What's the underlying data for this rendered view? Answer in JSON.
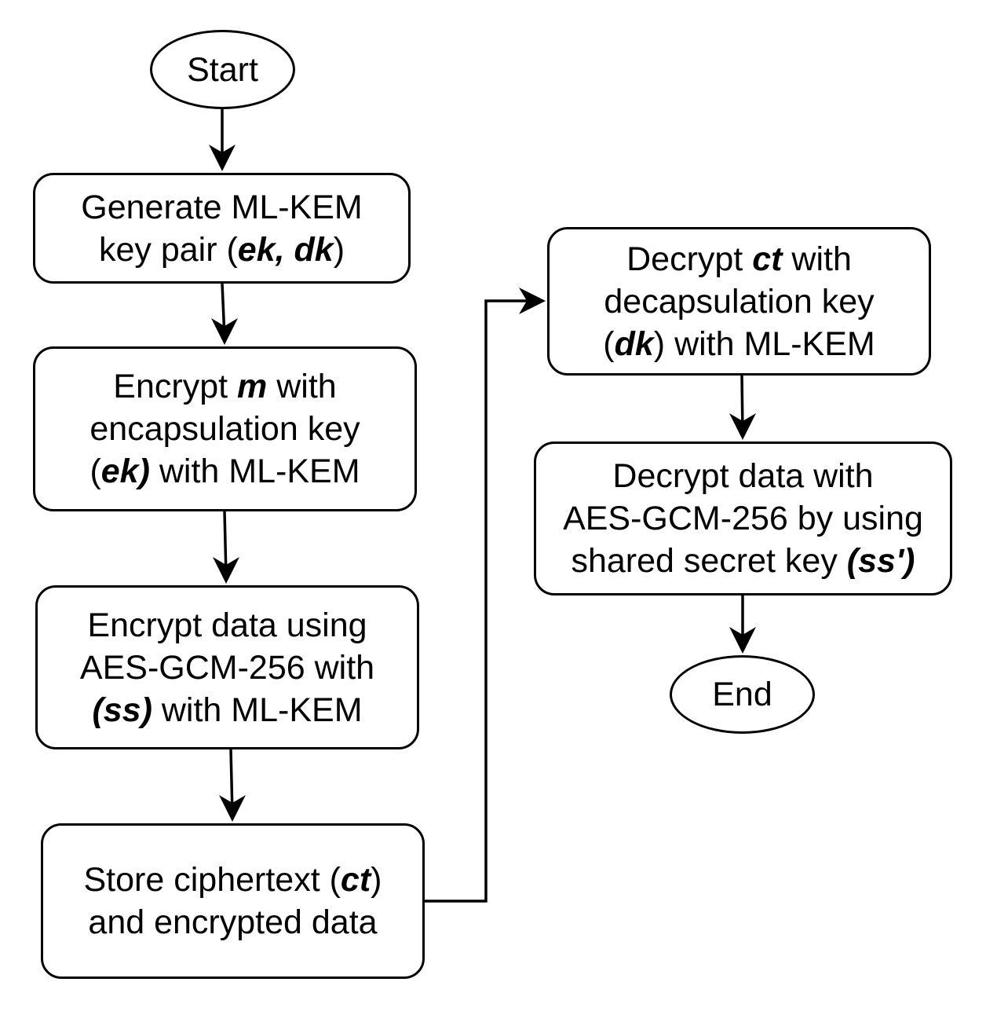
{
  "diagram": {
    "type": "flowchart",
    "nodes": [
      {
        "id": "start",
        "shape": "ellipse",
        "lines": [
          [
            {
              "t": "Start"
            }
          ]
        ]
      },
      {
        "id": "gen-keypair",
        "shape": "rounded-rect",
        "lines": [
          [
            {
              "t": "Generate ML-KEM"
            }
          ],
          [
            {
              "t": "key pair ("
            },
            {
              "t": "ek, dk",
              "em": true
            },
            {
              "t": ")"
            }
          ]
        ]
      },
      {
        "id": "encrypt-m",
        "shape": "rounded-rect",
        "lines": [
          [
            {
              "t": "Encrypt "
            },
            {
              "t": "m",
              "em": true
            },
            {
              "t": " with"
            }
          ],
          [
            {
              "t": "encapsulation key"
            }
          ],
          [
            {
              "t": "("
            },
            {
              "t": "ek)",
              "em": true
            },
            {
              "t": " with ML-KEM"
            }
          ]
        ]
      },
      {
        "id": "encrypt-data",
        "shape": "rounded-rect",
        "lines": [
          [
            {
              "t": "Encrypt data using"
            }
          ],
          [
            {
              "t": "AES-GCM-256 with"
            }
          ],
          [
            {
              "t": "(ss)",
              "em": true
            },
            {
              "t": " with ML-KEM"
            }
          ]
        ]
      },
      {
        "id": "store-ct",
        "shape": "rounded-rect",
        "lines": [
          [
            {
              "t": "Store ciphertext ("
            },
            {
              "t": "ct",
              "em": true
            },
            {
              "t": ")"
            }
          ],
          [
            {
              "t": "and encrypted data"
            }
          ]
        ]
      },
      {
        "id": "decrypt-ct",
        "shape": "rounded-rect",
        "lines": [
          [
            {
              "t": "Decrypt "
            },
            {
              "t": "ct",
              "em": true
            },
            {
              "t": " with"
            }
          ],
          [
            {
              "t": "decapsulation key"
            }
          ],
          [
            {
              "t": "("
            },
            {
              "t": "dk",
              "em": true
            },
            {
              "t": ") with ML-KEM"
            }
          ]
        ]
      },
      {
        "id": "decrypt-data",
        "shape": "rounded-rect",
        "lines": [
          [
            {
              "t": "Decrypt data with"
            }
          ],
          [
            {
              "t": "AES-GCM-256 by using"
            }
          ],
          [
            {
              "t": "shared secret key "
            },
            {
              "t": "(ss')",
              "em": true
            }
          ]
        ]
      },
      {
        "id": "end",
        "shape": "ellipse",
        "lines": [
          [
            {
              "t": "End"
            }
          ]
        ]
      }
    ],
    "edges": [
      {
        "from": "start",
        "to": "gen-keypair"
      },
      {
        "from": "gen-keypair",
        "to": "encrypt-m"
      },
      {
        "from": "encrypt-m",
        "to": "encrypt-data"
      },
      {
        "from": "encrypt-data",
        "to": "store-ct"
      },
      {
        "from": "store-ct",
        "to": "decrypt-ct"
      },
      {
        "from": "decrypt-ct",
        "to": "decrypt-data"
      },
      {
        "from": "decrypt-data",
        "to": "end"
      }
    ],
    "colors": {
      "stroke": "#000000",
      "fill": "#ffffff",
      "text": "#000000"
    }
  }
}
